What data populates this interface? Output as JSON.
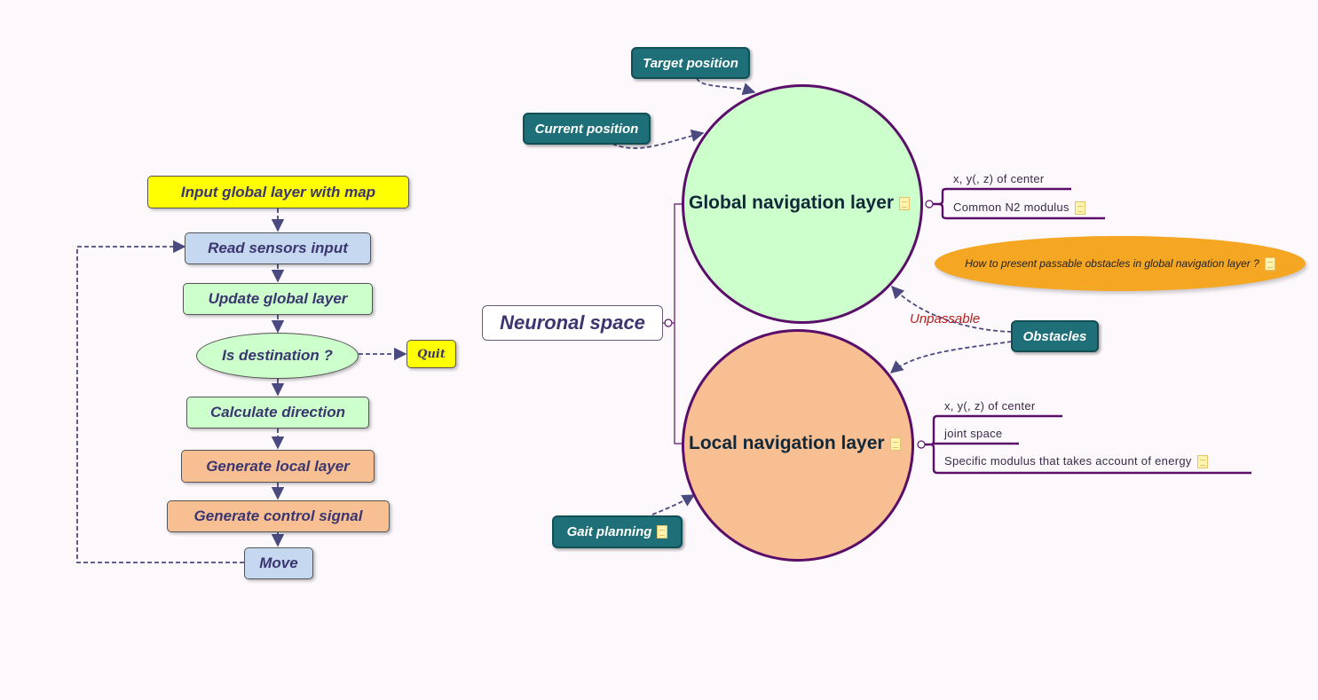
{
  "flowchart": {
    "steps": [
      "Input global layer with map",
      "Read sensors input",
      "Update global layer",
      "Is destination ?",
      "Calculate direction",
      "Generate local layer",
      "Generate control signal",
      "Move"
    ],
    "quit": "Quit"
  },
  "mindmap": {
    "root": "Neuronal space",
    "global_layer": {
      "label": "Global navigation layer",
      "children": [
        "x, y(, z) of center",
        "Common N2 modulus"
      ]
    },
    "local_layer": {
      "label": "Local navigation layer",
      "children": [
        "x, y(, z) of center",
        "joint space",
        "Specific modulus that takes account of energy"
      ]
    },
    "inputs": {
      "target": "Target position",
      "current": "Current position",
      "obstacles": "Obstacles",
      "gait": "Gait planning"
    },
    "relation_label": "Unpassable",
    "callout": "How to present passable obstacles in global navigation layer ?"
  },
  "colors": {
    "teal": "#1f6f78",
    "circle_border": "#5a0e6a",
    "global_fill": "#ccffcc",
    "local_fill": "#f8bf92",
    "callout": "#f5a623",
    "connector": "#4a4a80"
  }
}
